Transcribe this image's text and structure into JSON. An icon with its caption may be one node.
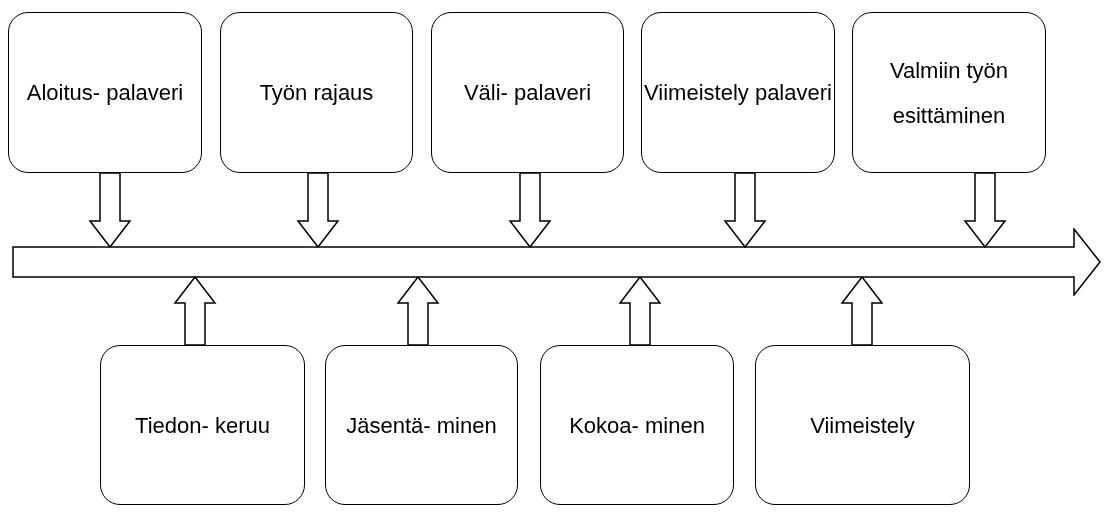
{
  "diagram": {
    "nodes": [
      {
        "text": [
          "Aloitus- palaveri"
        ]
      },
      {
        "text": [
          "Työn rajaus"
        ]
      },
      {
        "text": [
          "Väli- palaveri"
        ]
      },
      {
        "text": [
          "Viimeistely palaveri"
        ]
      },
      {
        "text": [
          "Valmiin työn esittäminen"
        ]
      },
      {
        "text": [],
        "shape": "arrow"
      },
      {
        "text": [
          "Tiedon- keruu"
        ]
      },
      {
        "text": [
          "Jäsentä- minen"
        ]
      },
      {
        "text": [
          "Kokoa- minen"
        ]
      },
      {
        "text": [
          "Viimeistely"
        ]
      }
    ],
    "edges": [
      {
        "from": 0,
        "to": 5,
        "arrow": "to"
      },
      {
        "from": 1,
        "to": 5,
        "arrow": "to"
      },
      {
        "from": 2,
        "to": 5,
        "arrow": "to"
      },
      {
        "from": 3,
        "to": 5,
        "arrow": "to"
      },
      {
        "from": 4,
        "to": 5,
        "arrow": "to"
      },
      {
        "from": 6,
        "to": 5,
        "arrow": "to"
      },
      {
        "from": 7,
        "to": 5,
        "arrow": "to"
      },
      {
        "from": 8,
        "to": 5,
        "arrow": "to"
      },
      {
        "from": 9,
        "to": 5,
        "arrow": "to"
      }
    ]
  }
}
